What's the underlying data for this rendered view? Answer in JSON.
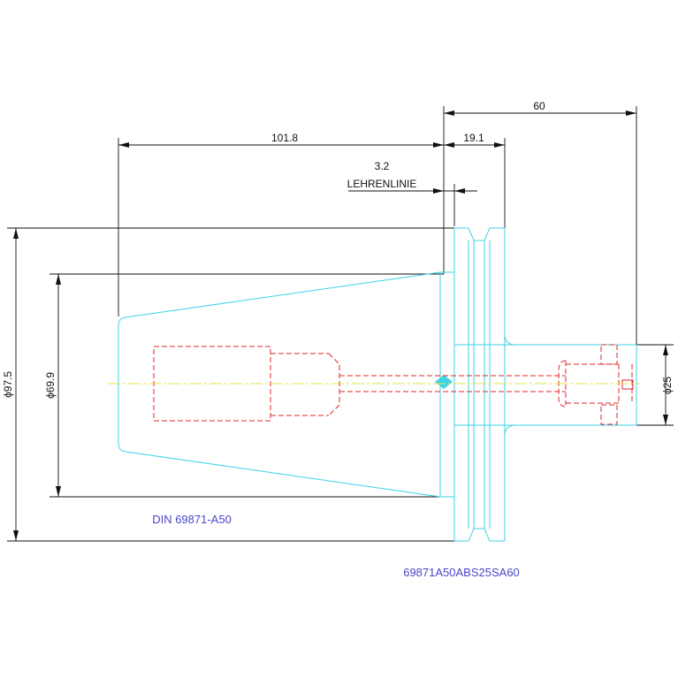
{
  "colors": {
    "outline": "#3fd3e6",
    "hidden": "#e0262c",
    "center": "#e8e04a",
    "dimension": "#111111",
    "label": "#4a46c8",
    "dimension_ext": "#9a9a9a"
  },
  "dimensions": {
    "length_60": "60",
    "length_19_1": "19.1",
    "length_101_8": "101.8",
    "offset_3_2": "3.2",
    "gauge_line": "LEHRENLINIE",
    "dia_97_5": "ϕ97.5",
    "dia_69_9": "ϕ69.9",
    "dia_25": "ϕ25"
  },
  "labels": {
    "standard": "DIN 69871-A50",
    "part_number": "69871A50ABS25SA60"
  }
}
